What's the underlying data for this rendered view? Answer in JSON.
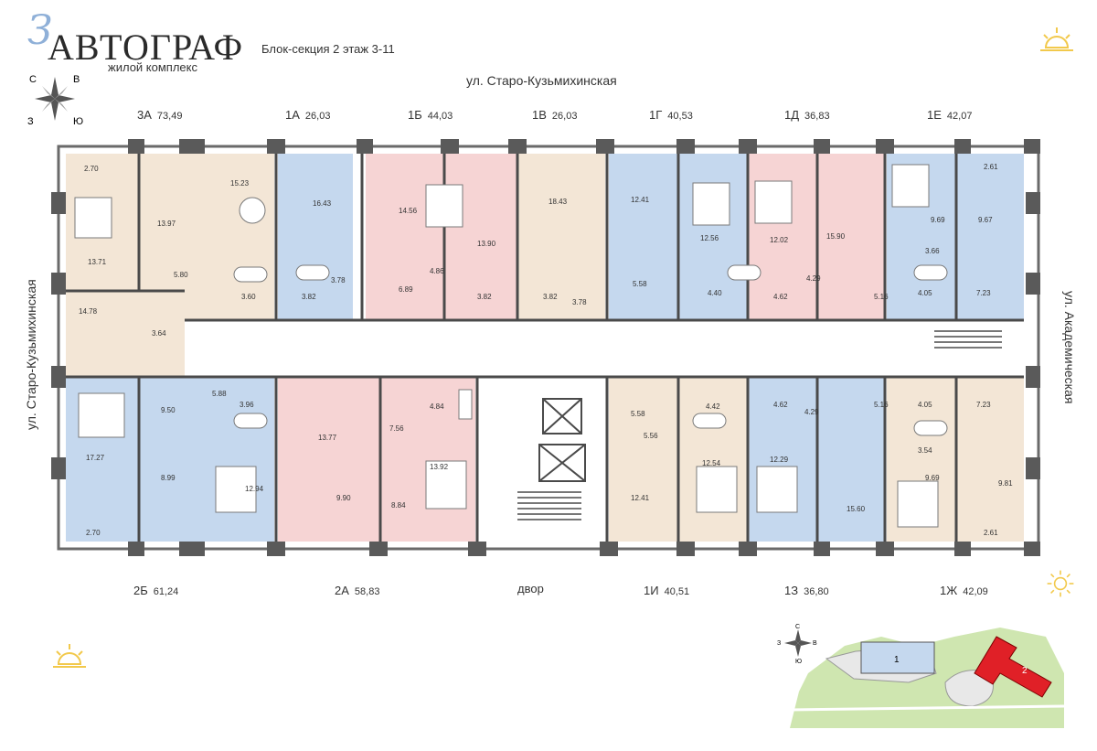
{
  "header": {
    "logo_script": "З",
    "logo": "АВТОГРАФ",
    "logo_sub": "жилой комплекс",
    "title": "Блок-секция 2   этаж 3-11"
  },
  "streets": {
    "top": "ул. Старо-Кузьмихинская",
    "left": "ул. Старо-Кузьмихинская",
    "right": "ул. Академическая",
    "bottom": "двор"
  },
  "compass": {
    "n": "С",
    "e": "В",
    "s": "Ю",
    "w": "З"
  },
  "apartments_top": [
    {
      "code": "3А",
      "area": "73,49"
    },
    {
      "code": "1А",
      "area": "26,03"
    },
    {
      "code": "1Б",
      "area": "44,03"
    },
    {
      "code": "1В",
      "area": "26,03"
    },
    {
      "code": "1Г",
      "area": "40,53"
    },
    {
      "code": "1Д",
      "area": "36,83"
    },
    {
      "code": "1Е",
      "area": "42,07"
    }
  ],
  "apartments_bottom": [
    {
      "code": "2Б",
      "area": "61,24"
    },
    {
      "code": "2А",
      "area": "58,83"
    },
    {
      "code": "1И",
      "area": "40,51"
    },
    {
      "code": "1З",
      "area": "36,80"
    },
    {
      "code": "1Ж",
      "area": "42,09"
    }
  ],
  "room_areas": [
    "2.70",
    "15.23",
    "13.97",
    "13.71",
    "5.80",
    "3.60",
    "16.43",
    "3.82",
    "3.78",
    "14.56",
    "4.86",
    "6.89",
    "13.90",
    "3.82",
    "18.43",
    "3.82",
    "3.78",
    "12.41",
    "5.58",
    "12.56",
    "4.40",
    "12.02",
    "15.90",
    "4.62",
    "4.29",
    "9.69",
    "9.67",
    "2.61",
    "3.66",
    "5.16",
    "4.05",
    "7.23",
    "14.78",
    "3.64",
    "17.27",
    "9.50",
    "8.99",
    "5.88",
    "3.96",
    "12.94",
    "2.70",
    "13.77",
    "7.56",
    "4.84",
    "9.90",
    "8.84",
    "13.92",
    "5.58",
    "5.56",
    "4.42",
    "12.41",
    "12.54",
    "4.62",
    "4.29",
    "12.29",
    "15.60",
    "5.16",
    "4.05",
    "7.23",
    "3.54",
    "9.69",
    "9.81",
    "2.61"
  ],
  "site_plan": {
    "building1": "1",
    "building2": "2"
  },
  "colors": {
    "beige": "#f3e6d6",
    "blue": "#c5d8ee",
    "pink": "#f6d4d4",
    "wall": "#5a5a5a",
    "red": "#e02027",
    "green": "#cfe6b0",
    "sun": "#f2c94c"
  }
}
